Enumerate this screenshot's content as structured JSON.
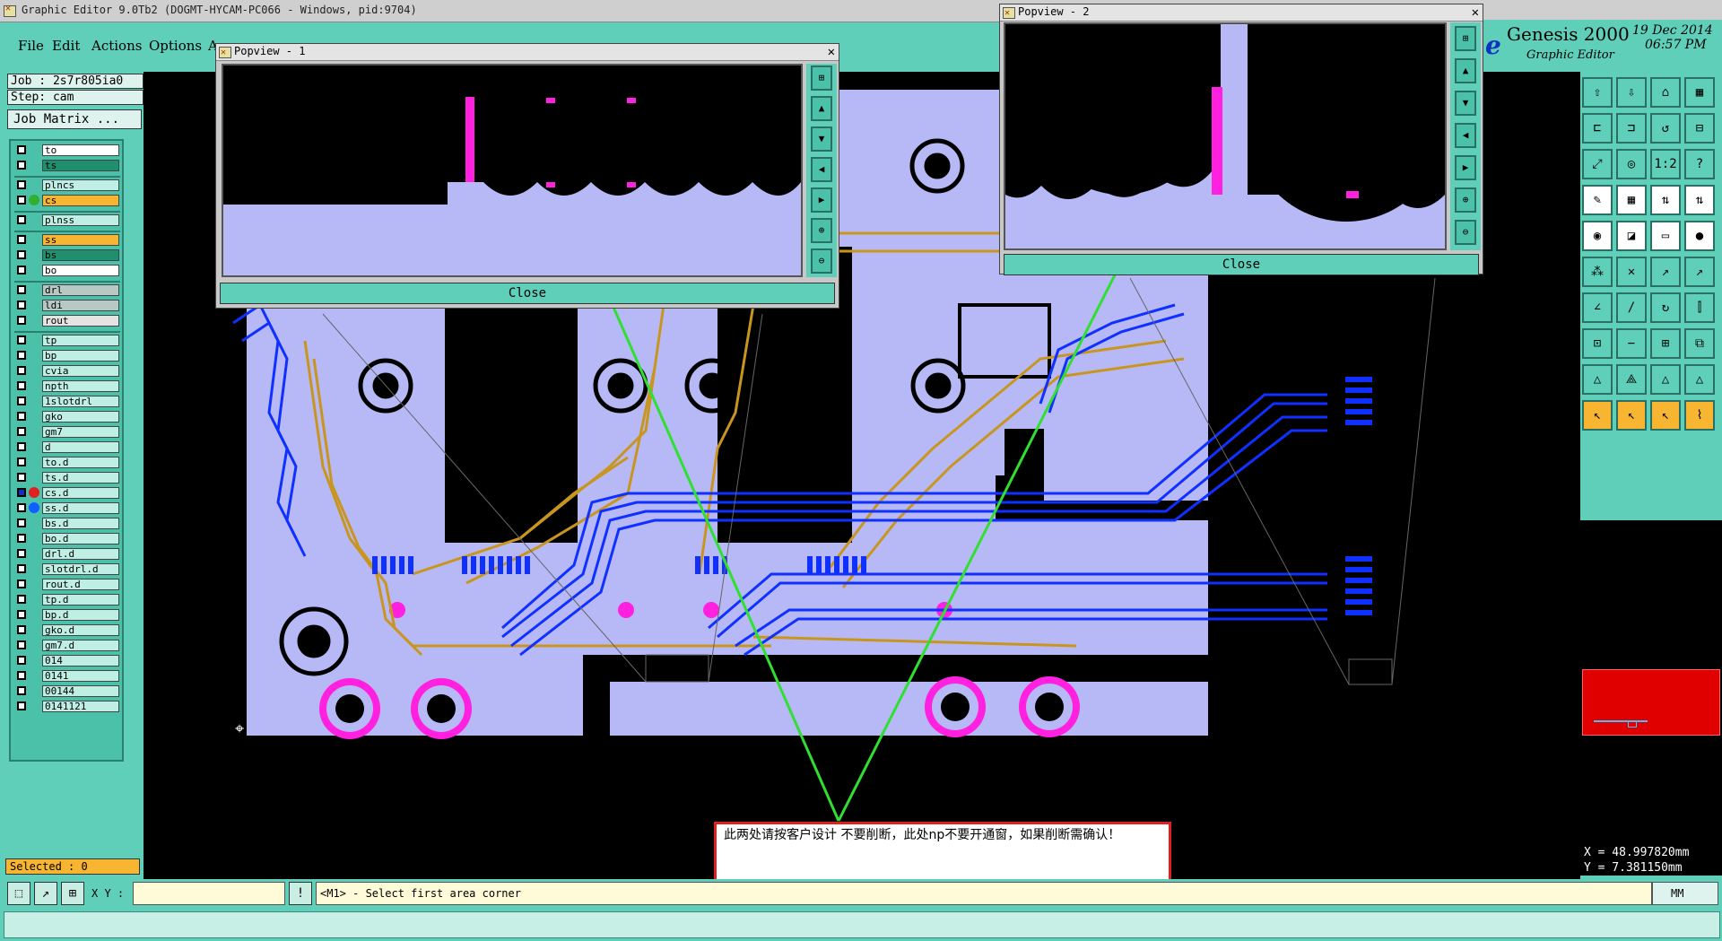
{
  "window": {
    "title": "Graphic Editor 9.0Tb2 (DOGMT-HYCAM-PC066 - Windows, pid:9704)"
  },
  "menu": {
    "items": [
      "File",
      "Edit",
      "Actions",
      "Options",
      "A"
    ]
  },
  "brand": {
    "product": "Genesis 2000",
    "subtitle": "Graphic Editor",
    "date": "19 Dec 2014",
    "time": "06:57 PM"
  },
  "job": {
    "job_label": "Job : 2s7r805ia0",
    "step_label": "Step: cam",
    "matrix_button": "Job Matrix ..."
  },
  "layers": [
    {
      "name": "to",
      "color": "#ffffff",
      "icon": "✎"
    },
    {
      "name": "ts",
      "color": "#1f8f6e",
      "icon": "✎"
    },
    {
      "name": "plncs",
      "color": "#bfeee4",
      "icon": ""
    },
    {
      "name": "cs",
      "color": "#f7b531",
      "icon": "✎",
      "dot": "#30b030"
    },
    {
      "name": "plnss",
      "color": "#bfeee4",
      "icon": ""
    },
    {
      "name": "ss",
      "color": "#f7b531",
      "icon": "✎"
    },
    {
      "name": "bs",
      "color": "#1f8f6e",
      "icon": "✎"
    },
    {
      "name": "bo",
      "color": "#ffffff",
      "icon": ""
    },
    {
      "name": "drl",
      "color": "#b8c8c4",
      "icon": ""
    },
    {
      "name": "ldi",
      "color": "#b8c8c4",
      "icon": ""
    },
    {
      "name": "rout",
      "color": "#e4e4e4",
      "icon": ""
    },
    {
      "name": "tp",
      "color": "#bfeee4",
      "icon": ""
    },
    {
      "name": "bp",
      "color": "#bfeee4",
      "icon": ""
    },
    {
      "name": "cvia",
      "color": "#bfeee4",
      "icon": ""
    },
    {
      "name": "npth",
      "color": "#bfeee4",
      "icon": ""
    },
    {
      "name": "1slotdrl",
      "color": "#bfeee4",
      "icon": ""
    },
    {
      "name": "gko",
      "color": "#bfeee4",
      "icon": ""
    },
    {
      "name": "gm7",
      "color": "#bfeee4",
      "icon": ""
    },
    {
      "name": "d",
      "color": "#bfeee4",
      "icon": ""
    },
    {
      "name": "to.d",
      "color": "#bfeee4",
      "icon": "✎"
    },
    {
      "name": "ts.d",
      "color": "#bfeee4",
      "icon": "✎"
    },
    {
      "name": "cs.d",
      "color": "#bfeee4",
      "icon": "✎⊡",
      "dot": "#e02020",
      "active": true
    },
    {
      "name": "ss.d",
      "color": "#bfeee4",
      "icon": "✎",
      "dot": "#1060ff"
    },
    {
      "name": "bs.d",
      "color": "#bfeee4",
      "icon": "✎"
    },
    {
      "name": "bo.d",
      "color": "#bfeee4",
      "icon": ""
    },
    {
      "name": "drl.d",
      "color": "#bfeee4",
      "icon": ""
    },
    {
      "name": "slotdrl.d",
      "color": "#bfeee4",
      "icon": ""
    },
    {
      "name": "rout.d",
      "color": "#bfeee4",
      "icon": ""
    },
    {
      "name": "tp.d",
      "color": "#bfeee4",
      "icon": ""
    },
    {
      "name": "bp.d",
      "color": "#bfeee4",
      "icon": ""
    },
    {
      "name": "gko.d",
      "color": "#bfeee4",
      "icon": ""
    },
    {
      "name": "gm7.d",
      "color": "#bfeee4",
      "icon": ""
    },
    {
      "name": "014",
      "color": "#bfeee4",
      "icon": ""
    },
    {
      "name": "0141",
      "color": "#bfeee4",
      "icon": ""
    },
    {
      "name": "00144",
      "color": "#bfeee4",
      "icon": ""
    },
    {
      "name": "0141121",
      "color": "#bfeee4",
      "icon": ""
    }
  ],
  "selected": {
    "label": "Selected : 0"
  },
  "popview1": {
    "title": "Popview - 1",
    "close_label": "Close"
  },
  "popview2": {
    "title": "Popview - 2",
    "close_label": "Close"
  },
  "annotation": {
    "text": "此两处请按客户设计  不要削断，此处np不要开通窗，如果削断需确认！"
  },
  "coords": {
    "x": "X = 48.997820mm",
    "y": "Y = 7.381150mm"
  },
  "bottom": {
    "xy_label": "X Y :",
    "prompt": "<M1> - Select first area corner",
    "units": "MM"
  },
  "colors": {
    "board": "#b7b9f7",
    "copper_top": "#c8961e",
    "copper_bottom": "#1030ff",
    "pad": "#ff20e0",
    "panel": "#5fcfb9",
    "arrow": "#30e030"
  }
}
